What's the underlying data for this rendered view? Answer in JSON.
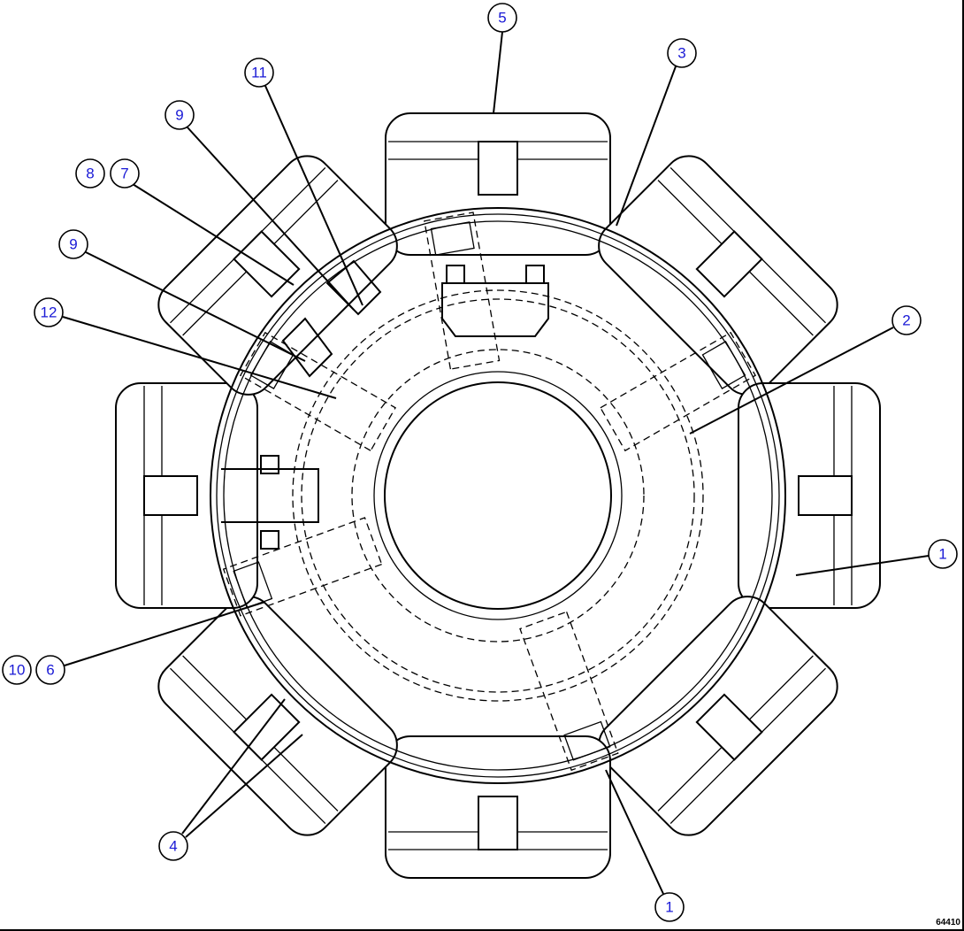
{
  "diagram": {
    "callout_color": "#1a1ad6",
    "callouts": {
      "c5": "5",
      "c3": "3",
      "c11": "11",
      "c9a": "9",
      "c8": "8",
      "c7": "7",
      "c9b": "9",
      "c12": "12",
      "c2": "2",
      "c1a": "1",
      "c10": "10",
      "c6": "6",
      "c4": "4",
      "c1b": "1"
    },
    "reference_number": "64410"
  }
}
